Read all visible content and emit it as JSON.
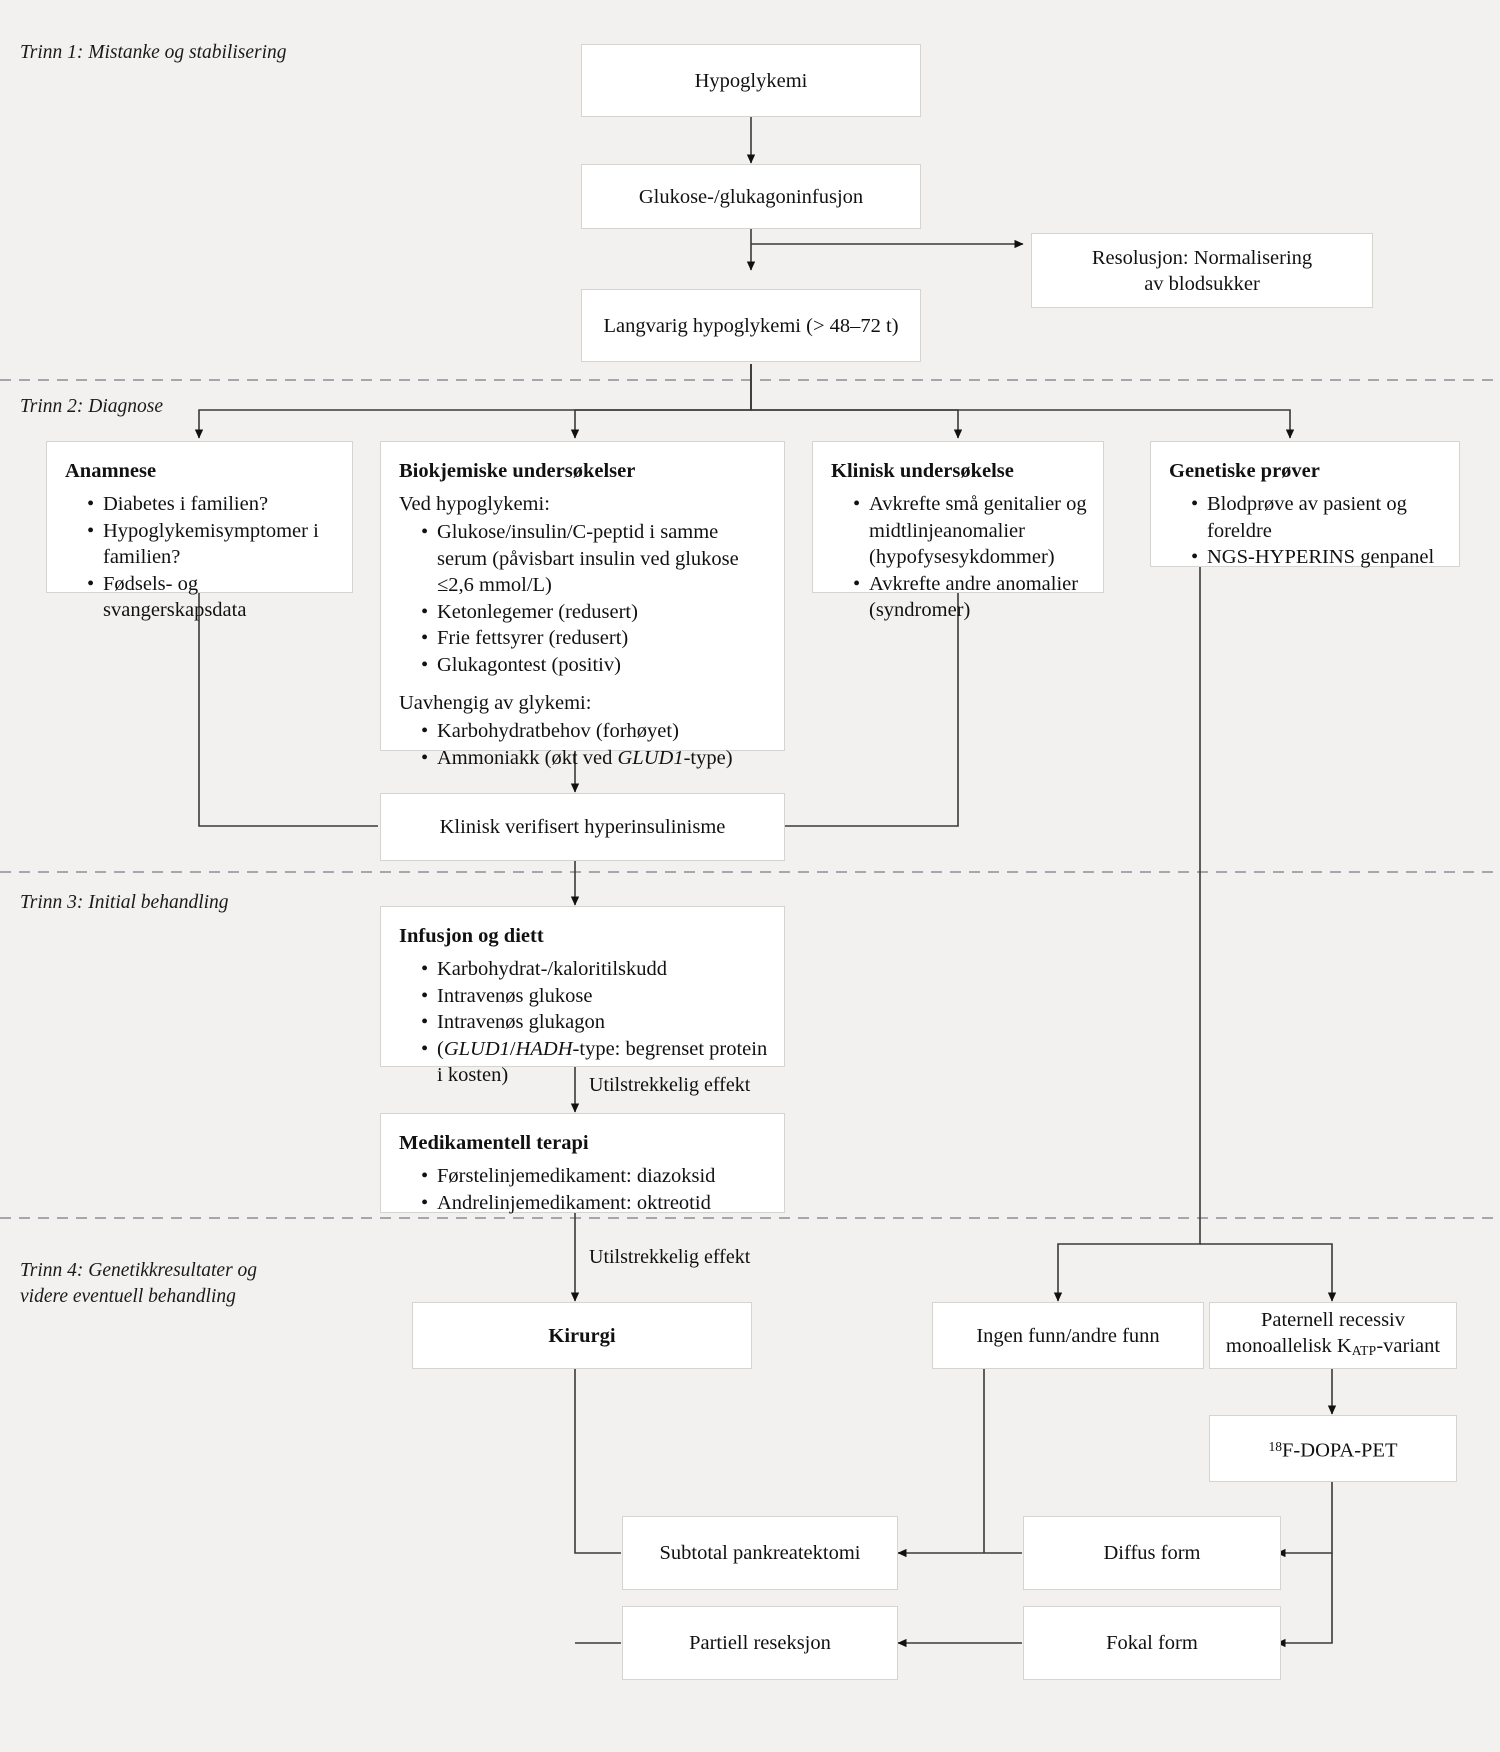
{
  "diagram": {
    "title": "Utredning og behandling av medfodt hyperinsulinisme",
    "background_color": "#f2f1ef",
    "box_fill": "#ffffff",
    "box_border": "#d6d4d1",
    "line_color": "#3a3a3a",
    "divider_color": "#8a8f99"
  },
  "steps": [
    {
      "id": "trinn1",
      "label": "Trinn 1: Mistanke og stabilisering"
    },
    {
      "id": "trinn2",
      "label": "Trinn 2: Diagnose"
    },
    {
      "id": "trinn3",
      "label": "Trinn 3: Initial behandling"
    },
    {
      "id": "trinn4",
      "label": "Trinn 4: Genetikkresultater og\nvidere eventuell behandling"
    }
  ],
  "nodes": {
    "hypoglykemi": {
      "label": "Hypoglykemi"
    },
    "infusjon": {
      "label": "Glukose-/glukagoninfusjon"
    },
    "resolusjon": {
      "label": "Resolusjon: Normalisering\nav blodsukker"
    },
    "langvarig": {
      "label": "Langvarig hypoglykemi (> 48–72 t)"
    },
    "anamnese": {
      "title": "Anamnese",
      "bullets": [
        "Diabetes i familien?",
        "Hypoglykemisymptomer i familien?",
        "Fødsels- og svangerskapsdata"
      ]
    },
    "biokjemiske": {
      "title": "Biokjemiske undersøkelser",
      "group1_head": "Ved hypoglykemi:",
      "group1": [
        "Glukose/insulin/C-peptid i samme serum (påvisbart insulin ved glukose ≤2,6 mmol/L)",
        "Ketonlegemer (redusert)",
        "Frie fettsyrer (redusert)",
        "Glukagontest (positiv)"
      ],
      "group2_head": "Uavhengig av glykemi:",
      "group2": [
        "Karbohydratbehov (forhøyet)",
        "Ammoniakk (økt ved GLUD1-type)"
      ],
      "group2_gene": "GLUD1"
    },
    "klinisk": {
      "title": "Klinisk undersøkelse",
      "bullets": [
        "Avkrefte små genitalier og midtlinjeanomalier (hypofysesykdommer)",
        "Avkrefte andre anomalier (syndromer)"
      ]
    },
    "genetiske": {
      "title": "Genetiske prøver",
      "bullets": [
        "Blodprøve av pasient og foreldre",
        "NGS-HYPERINS genpanel"
      ]
    },
    "verifisert": {
      "label": "Klinisk verifisert hyperinsulinisme"
    },
    "diett": {
      "title": "Infusjon og diett",
      "bullets": [
        "Karbohydrat-/kaloritilskudd",
        "Intravenøs glukose",
        "Intravenøs glukagon",
        "(GLUD1/HADH-type: begrenset protein i kosten)"
      ],
      "genes": [
        "GLUD1",
        "HADH"
      ]
    },
    "medikamentell": {
      "title": "Medikamentell terapi",
      "bullets": [
        "Førstelinjemedikament: diazoksid",
        "Andrelinjemedikament: oktreotid"
      ]
    },
    "kirurgi": {
      "label": "Kirurgi"
    },
    "ingen_funn": {
      "label": "Ingen funn/andre funn"
    },
    "paternell": {
      "label_line1": "Paternell recessiv",
      "label_line2_pre": "monoallelisk K",
      "label_line2_sub": "ATP",
      "label_line2_post": "-variant"
    },
    "dopa_pet": {
      "sup": "18",
      "label_rest": "F-DOPA-PET"
    },
    "subtotal": {
      "label": "Subtotal pankreatektomi"
    },
    "partiell": {
      "label": "Partiell reseksjon"
    },
    "diffus": {
      "label": "Diffus form"
    },
    "fokal": {
      "label": "Fokal form"
    }
  },
  "edge_labels": [
    {
      "id": "edge-diett-medikament",
      "text": "Utilstrekkelig effekt"
    },
    {
      "id": "edge-medikament-kirurgi",
      "text": "Utilstrekkelig effekt"
    }
  ]
}
